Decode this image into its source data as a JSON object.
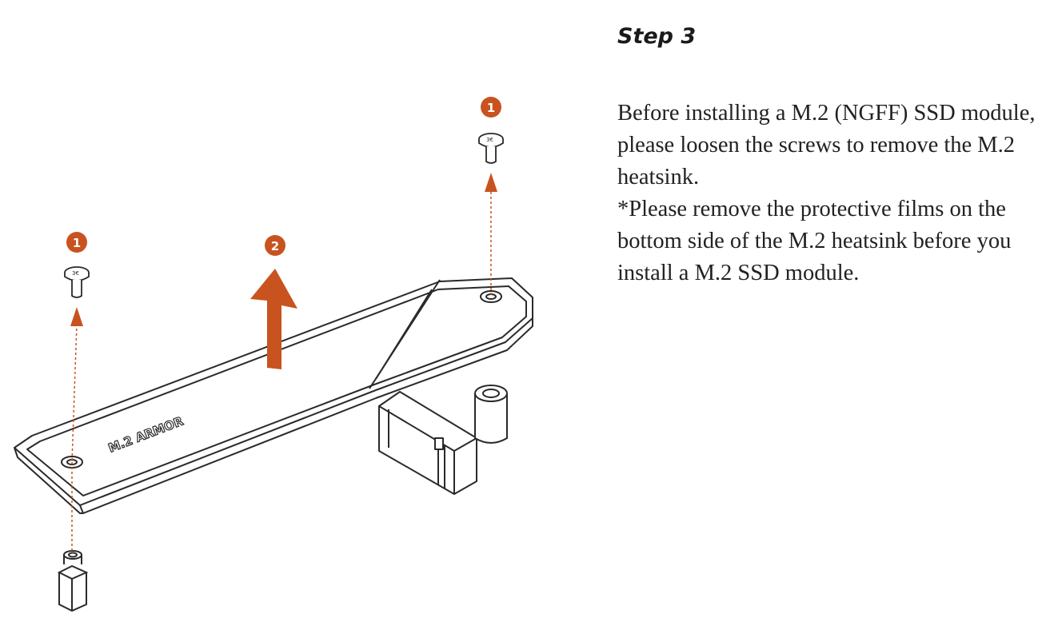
{
  "step": {
    "title": "Step 3"
  },
  "instructions": {
    "main": "Before installing a M.2 (NGFF) SSD module, please loosen the screws to remove the M.2 heatsink.",
    "note": "*Please remove the protective films on the bottom side of the M.2 heatsink before you install a M.2 SSD module."
  },
  "figure": {
    "heatsink_label": "M.2 ARMOR",
    "callouts": [
      "1",
      "1",
      "2"
    ],
    "accent_color": "#c8531f",
    "line_color": "#2a2a2a"
  }
}
